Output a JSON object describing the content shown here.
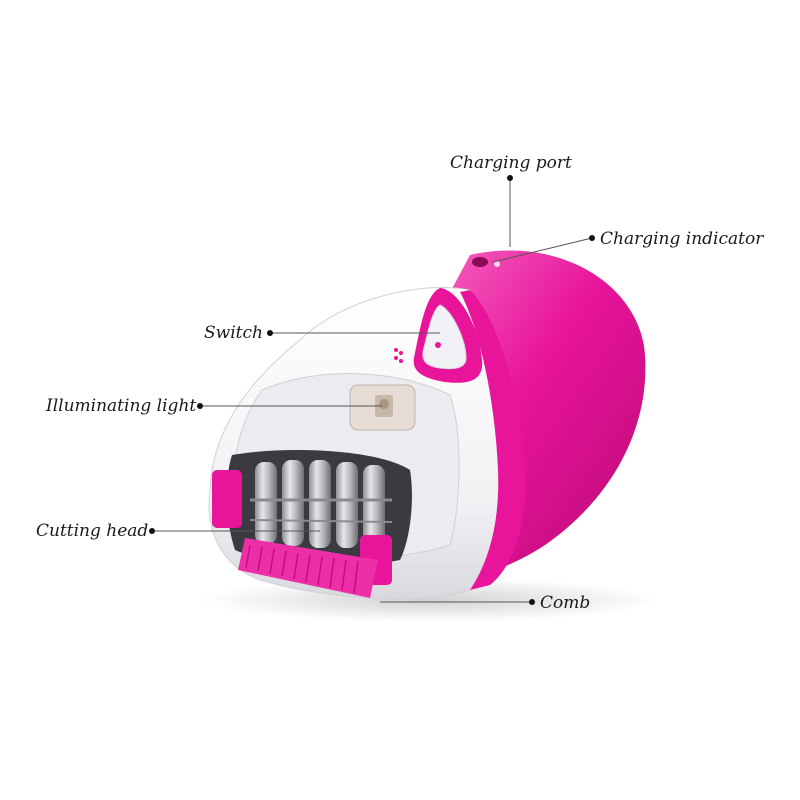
{
  "colors": {
    "body_pink": "#e8149a",
    "body_pink_light": "#f24cb8",
    "body_pink_dark": "#b80a74",
    "white_shell": "#f4f4f6",
    "shell_shadow": "#d9d9de",
    "metal": "#b9b9be",
    "metal_dark": "#6e6e74"
  },
  "callouts": [
    {
      "id": "charging-port",
      "text": "Charging port"
    },
    {
      "id": "charging-indicator",
      "text": "Charging indicator"
    },
    {
      "id": "switch",
      "text": "Switch"
    },
    {
      "id": "illuminating-light",
      "text": "Illuminating light"
    },
    {
      "id": "cutting-head",
      "text": "Cutting head"
    },
    {
      "id": "comb",
      "text": "Comb"
    }
  ]
}
